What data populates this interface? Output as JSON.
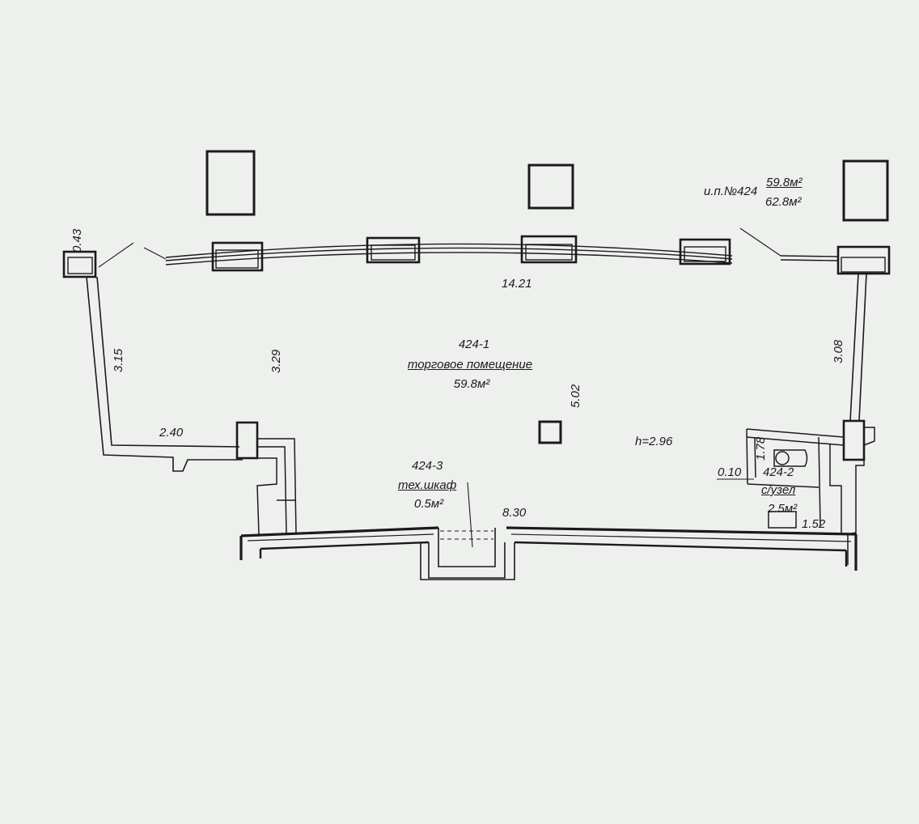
{
  "paper_color": "#eef0ee",
  "ink_color": "#1a1a1a",
  "unit_block": {
    "number": "и.п.№424",
    "area_main": "59.8м²",
    "area_total": "62.8м²"
  },
  "rooms": [
    {
      "id": "424-1",
      "name": "торговое помещение",
      "area": "59.8м²"
    },
    {
      "id": "424-2",
      "name": "с/узел",
      "area": "2.5м²"
    },
    {
      "id": "424-3",
      "name": "тех.шкаф",
      "area": "0.5м²"
    }
  ],
  "dimensions": {
    "d_0_43": "0.43",
    "d_3_15": "3.15",
    "d_3_29": "3.29",
    "d_14_21": "14.21",
    "d_3_08": "3.08",
    "d_2_40": "2.40",
    "d_5_02": "5.02",
    "d_8_30": "8.30",
    "d_1_78": "1.78",
    "d_0_10": "0.10",
    "d_1_52": "1.52",
    "height": "h=2.96"
  }
}
